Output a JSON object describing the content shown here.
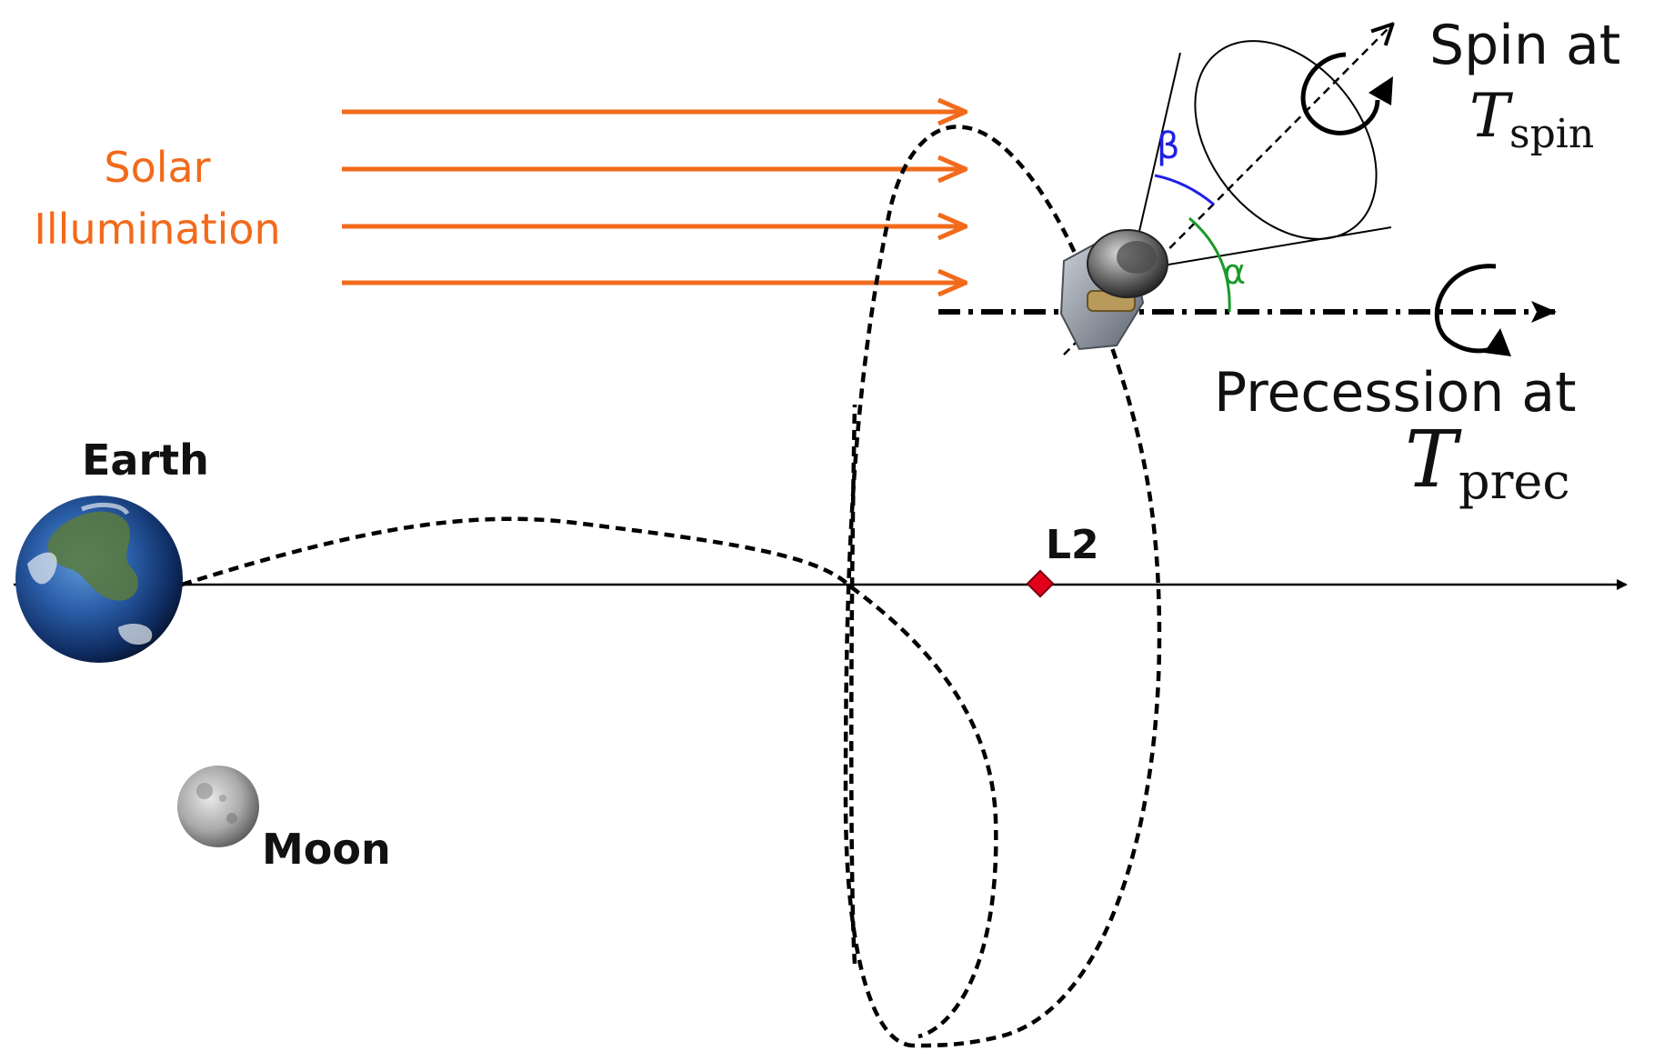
{
  "labels": {
    "solar_line1": "Solar",
    "solar_line2": "Illumination",
    "spin_line1": "Spin at",
    "spin_T": "T",
    "spin_sub": "spin",
    "precession_line1": "Precession at",
    "prec_T": "T",
    "prec_sub": "prec",
    "earth": "Earth",
    "moon": "Moon",
    "l2": "L2",
    "beta": "β",
    "alpha": "α"
  },
  "colors": {
    "solar": "#f26a1b",
    "beta_arc": "#1f1fe6",
    "alpha_arc": "#1a9a2a",
    "l2_marker": "#e3001b",
    "orbit": "#000000",
    "text": "#111111"
  },
  "icons": {
    "earth": "earth-globe-icon",
    "moon": "moon-icon",
    "spacecraft": "spacecraft-icon",
    "spin_rotation": "rotation-arrow-icon",
    "precession_rotation": "rotation-arrow-icon"
  }
}
